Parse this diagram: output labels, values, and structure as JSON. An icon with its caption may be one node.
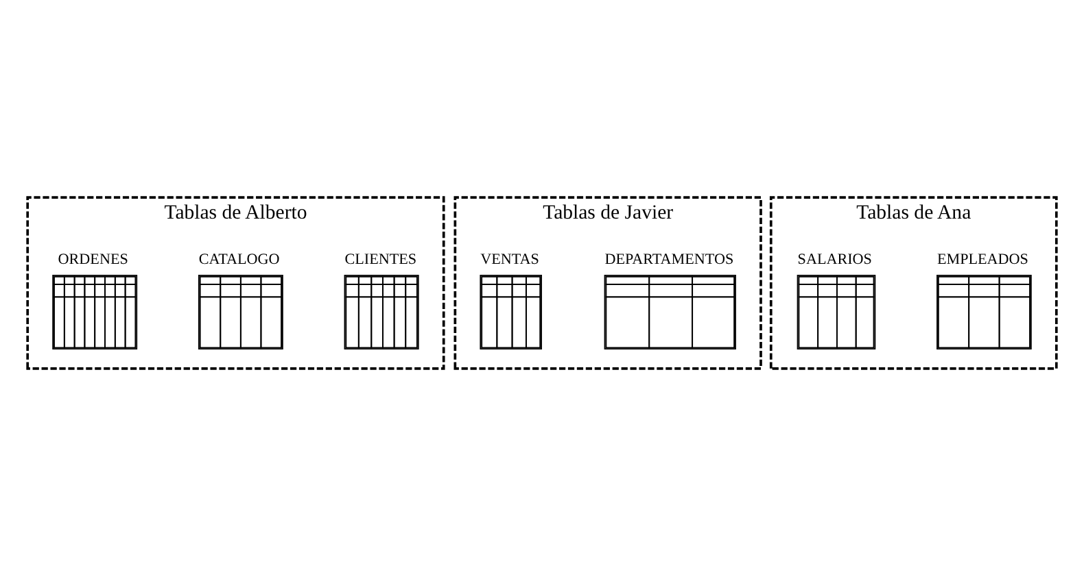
{
  "diagram": {
    "nodes": [
      {
        "text": [
          "Tablas de Alberto"
        ]
      },
      {
        "text": [
          "CLIENTES"
        ],
        "in": 0
      },
      {
        "text": [
          "CATALOGO"
        ],
        "in": 0
      },
      {
        "text": [
          "ORDENES"
        ],
        "in": 0
      },
      {
        "text": [
          "Tablas de Javier"
        ]
      },
      {
        "text": [
          "DEPARTAMENTOS"
        ],
        "in": 4
      },
      {
        "text": [
          "VENTAS"
        ],
        "in": 4
      },
      {
        "text": [
          "Tablas de Ana"
        ]
      },
      {
        "text": [
          "EMPLEADOS"
        ],
        "in": 7
      },
      {
        "text": [
          "SALARIOS"
        ],
        "in": 7
      }
    ],
    "edges": []
  }
}
